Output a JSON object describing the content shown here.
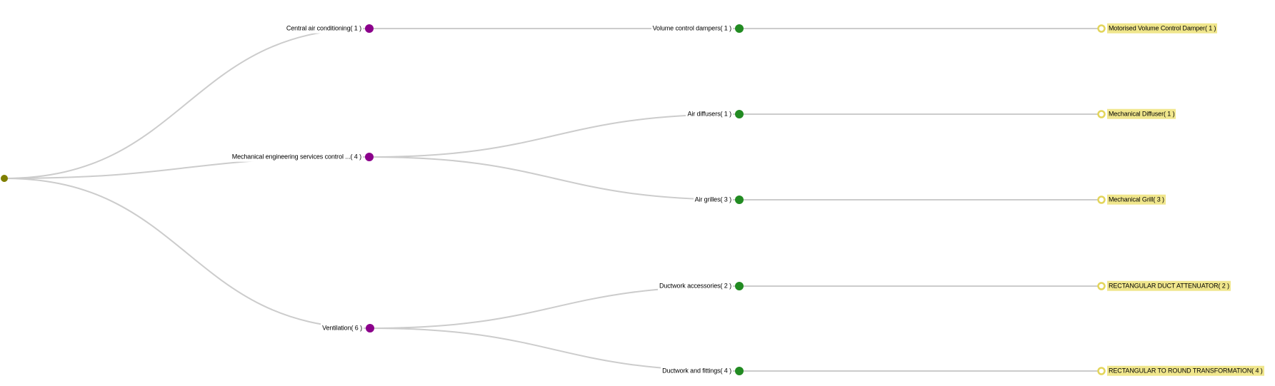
{
  "colors": {
    "background": "#ffffff",
    "link": "#cccccc",
    "root_node": "#7f7f00",
    "category_node": "#8b008b",
    "subcategory_node": "#228b22",
    "leaf_node_fill": "#ffffff",
    "leaf_node_ring": "#e3d55b",
    "leaf_label_highlight": "#f0e68c",
    "label_text": "#000000"
  },
  "tree": {
    "root": {
      "label": "",
      "children": [
        {
          "label": "Central air conditioning( 1 )",
          "count": 1,
          "children": [
            {
              "label": "Volume control dampers( 1 )",
              "count": 1,
              "children": [
                {
                  "label": "Motorised Volume Control Damper( 1 )",
                  "count": 1
                }
              ]
            }
          ]
        },
        {
          "label": "Mechanical engineering services control ...( 4 )",
          "count": 4,
          "children": [
            {
              "label": "Air diffusers( 1 )",
              "count": 1,
              "children": [
                {
                  "label": "Mechanical Diffuser( 1 )",
                  "count": 1
                }
              ]
            },
            {
              "label": "Air grilles( 3 )",
              "count": 3,
              "children": [
                {
                  "label": "Mechanical Grill( 3 )",
                  "count": 3
                }
              ]
            }
          ]
        },
        {
          "label": "Ventilation( 6 )",
          "count": 6,
          "children": [
            {
              "label": "Ductwork accessories( 2 )",
              "count": 2,
              "children": [
                {
                  "label": "RECTANGULAR DUCT ATTENUATOR( 2 )",
                  "count": 2
                }
              ]
            },
            {
              "label": "Ductwork and fittings( 4 )",
              "count": 4,
              "children": [
                {
                  "label": "RECTANGULAR TO ROUND TRANSFORMATION( 4 )",
                  "count": 4
                }
              ]
            }
          ]
        }
      ]
    }
  }
}
